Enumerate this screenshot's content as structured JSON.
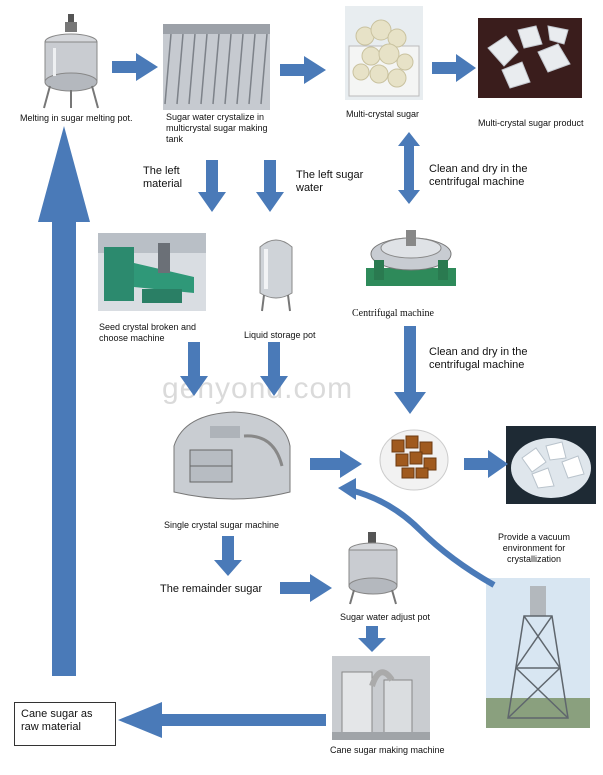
{
  "labels": {
    "melting_pot": "Melting in sugar melting pot.",
    "crystalize_tank": "Sugar water crystalize in multicrystal  sugar making tank",
    "multi_crystal": "Multi-crystal sugar",
    "multi_product": "Multi-crystal sugar product",
    "left_material": "The left material",
    "left_sugar_water": "The left sugar water",
    "clean_dry_1": "Clean and dry in the centrifugal machine",
    "seed_crystal": "Seed crystal broken and choose machine",
    "liquid_pot": "Liquid storage pot",
    "centrifugal": "Centrifugal  machine",
    "clean_dry_2": "Clean and dry in the centrifugal machine",
    "single_crystal": "Single crystal sugar machine",
    "vacuum": "Provide a vacuum environment  for crystallization",
    "remainder": "The remainder sugar",
    "adjust_pot": "Sugar water adjust pot",
    "cane_raw": "Cane sugar as raw material",
    "cane_machine": "Cane sugar making machine"
  },
  "watermark": "genyond.com",
  "colors": {
    "arrow": "#4a7ab8",
    "arrow_dark": "#3a65a0"
  }
}
